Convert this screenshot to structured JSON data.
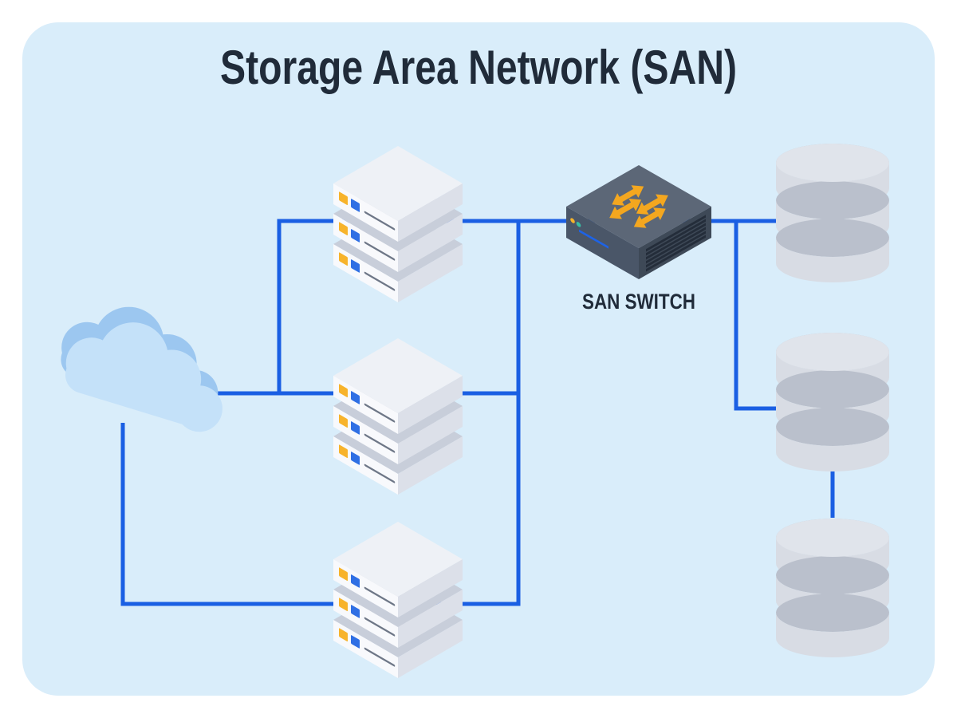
{
  "title": "Storage Area Network (SAN)",
  "san_switch": {
    "label": "SAN SWITCH"
  },
  "colors": {
    "panel_bg": "#D9EDFA",
    "connection_line": "#1A5FE3",
    "title_text": "#202B39",
    "arrow_orange": "#F4A71F",
    "cloud_front": "#C4E1F9",
    "cloud_back": "#9CC7F0",
    "server_face": "#F8F9FC",
    "server_side": "#DCE0E9",
    "led_yellow": "#F7B32B",
    "led_blue": "#2F6FE4",
    "switch_top": "#5C6777",
    "disk_body": "#D8DCE4"
  },
  "diagram_data": {
    "type": "network-topology",
    "nodes": [
      {
        "id": "cloud",
        "kind": "network-cloud"
      },
      {
        "id": "server-1",
        "kind": "server-stack",
        "units": 3
      },
      {
        "id": "server-2",
        "kind": "server-stack",
        "units": 3
      },
      {
        "id": "server-3",
        "kind": "server-stack",
        "units": 3
      },
      {
        "id": "san-switch",
        "kind": "san-switch",
        "label": "SAN SWITCH"
      },
      {
        "id": "disk-1",
        "kind": "storage-disk",
        "platters": 3
      },
      {
        "id": "disk-2",
        "kind": "storage-disk",
        "platters": 3
      },
      {
        "id": "disk-3",
        "kind": "storage-disk",
        "platters": 3
      }
    ],
    "edges": [
      [
        "cloud",
        "server-1"
      ],
      [
        "cloud",
        "server-2"
      ],
      [
        "cloud",
        "server-3"
      ],
      [
        "server-1",
        "san-switch"
      ],
      [
        "server-2",
        "san-switch"
      ],
      [
        "server-3",
        "san-switch"
      ],
      [
        "san-switch",
        "disk-1"
      ],
      [
        "san-switch",
        "disk-2"
      ],
      [
        "disk-2",
        "disk-3"
      ]
    ]
  }
}
